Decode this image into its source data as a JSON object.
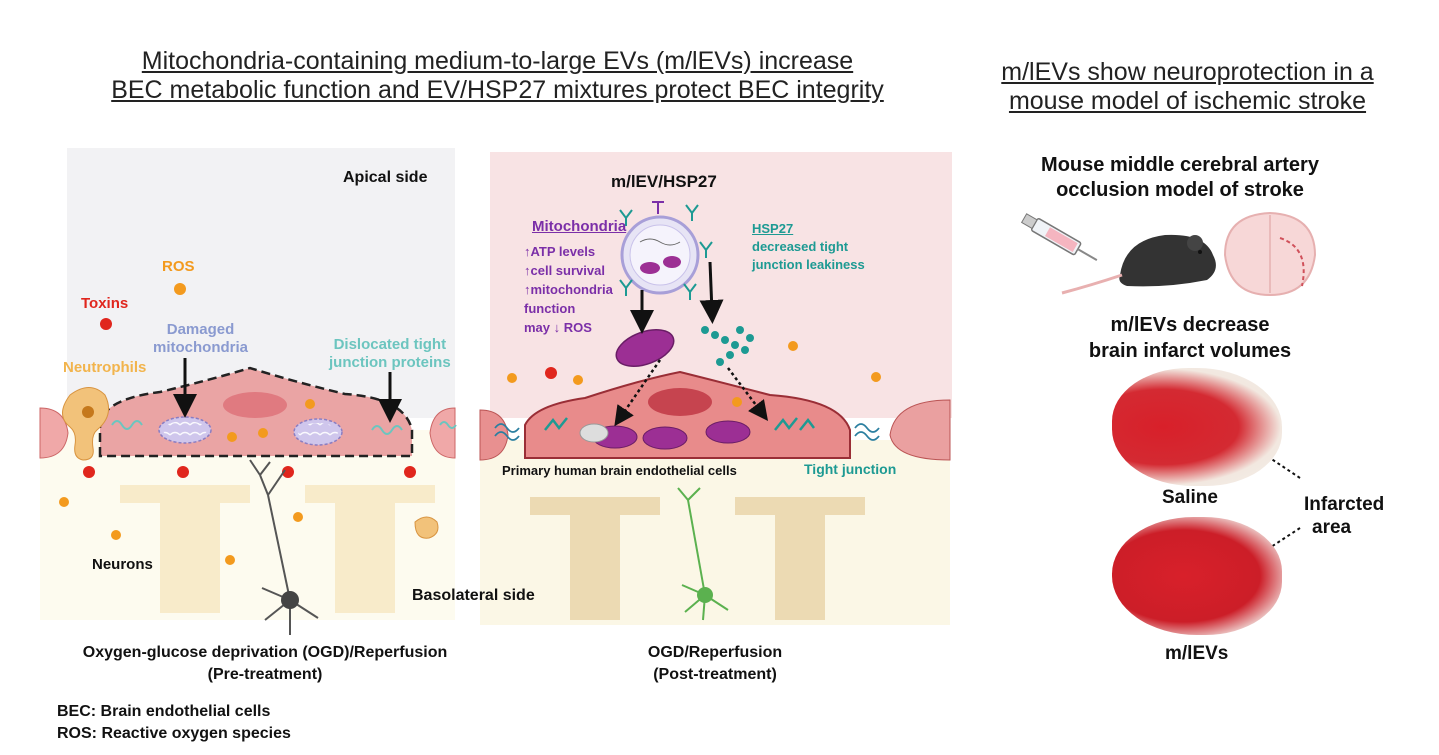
{
  "titles": {
    "left_line1": "Mitochondria-containing medium-to-large EVs (m/lEVs) increase",
    "left_line2": "BEC metabolic function and EV/HSP27 mixtures protect BEC integrity",
    "right_line1": "m/lEVs show neuroprotection in a",
    "right_line2": "mouse model of ischemic stroke"
  },
  "pre_panel": {
    "apical": "Apical side",
    "ros": "ROS",
    "toxins": "Toxins",
    "damaged_mito_1": "Damaged",
    "damaged_mito_2": "mitochondria",
    "dislocated_1": "Dislocated tight",
    "dislocated_2": "junction proteins",
    "neutrophils": "Neutrophils",
    "neurons": "Neurons",
    "caption_1": "Oxygen-glucose deprivation (OGD)/Reperfusion",
    "caption_2": "(Pre-treatment)"
  },
  "post_panel": {
    "mlev_hsp27": "m/lEV/HSP27",
    "mitochondria": "Mitochondria",
    "effect_1": "↑ATP levels",
    "effect_2": "↑cell survival",
    "effect_3": "↑mitochondria",
    "effect_4": "function",
    "effect_5": "may ↓ ROS",
    "hsp27": "HSP27",
    "hsp27_effect_1": "decreased tight",
    "hsp27_effect_2": "junction leakiness",
    "primary_cells": "Primary human brain endothelial cells",
    "tight_junction": "Tight junction",
    "basolateral": "Basolateral side",
    "caption_1": "OGD/Reperfusion",
    "caption_2": "(Post-treatment)"
  },
  "stroke": {
    "model_1": "Mouse middle cerebral artery",
    "model_2": "occlusion model of stroke",
    "result_1": "m/lEVs decrease",
    "result_2": "brain infarct volumes",
    "saline": "Saline",
    "infarcted_1": "Infarcted",
    "infarcted_2": "area",
    "mlevs": "m/lEVs"
  },
  "legend": {
    "bec": "BEC: Brain endothelial cells",
    "ros": "ROS: Reactive oxygen species"
  },
  "colors": {
    "ros": "#f39a1e",
    "toxins": "#e0261d",
    "mito_label": "#8a9ad0",
    "junction_label": "#6cc5bf",
    "neutrophils": "#f2b44c",
    "purple": "#7b2fa8",
    "teal": "#1d9a93"
  }
}
